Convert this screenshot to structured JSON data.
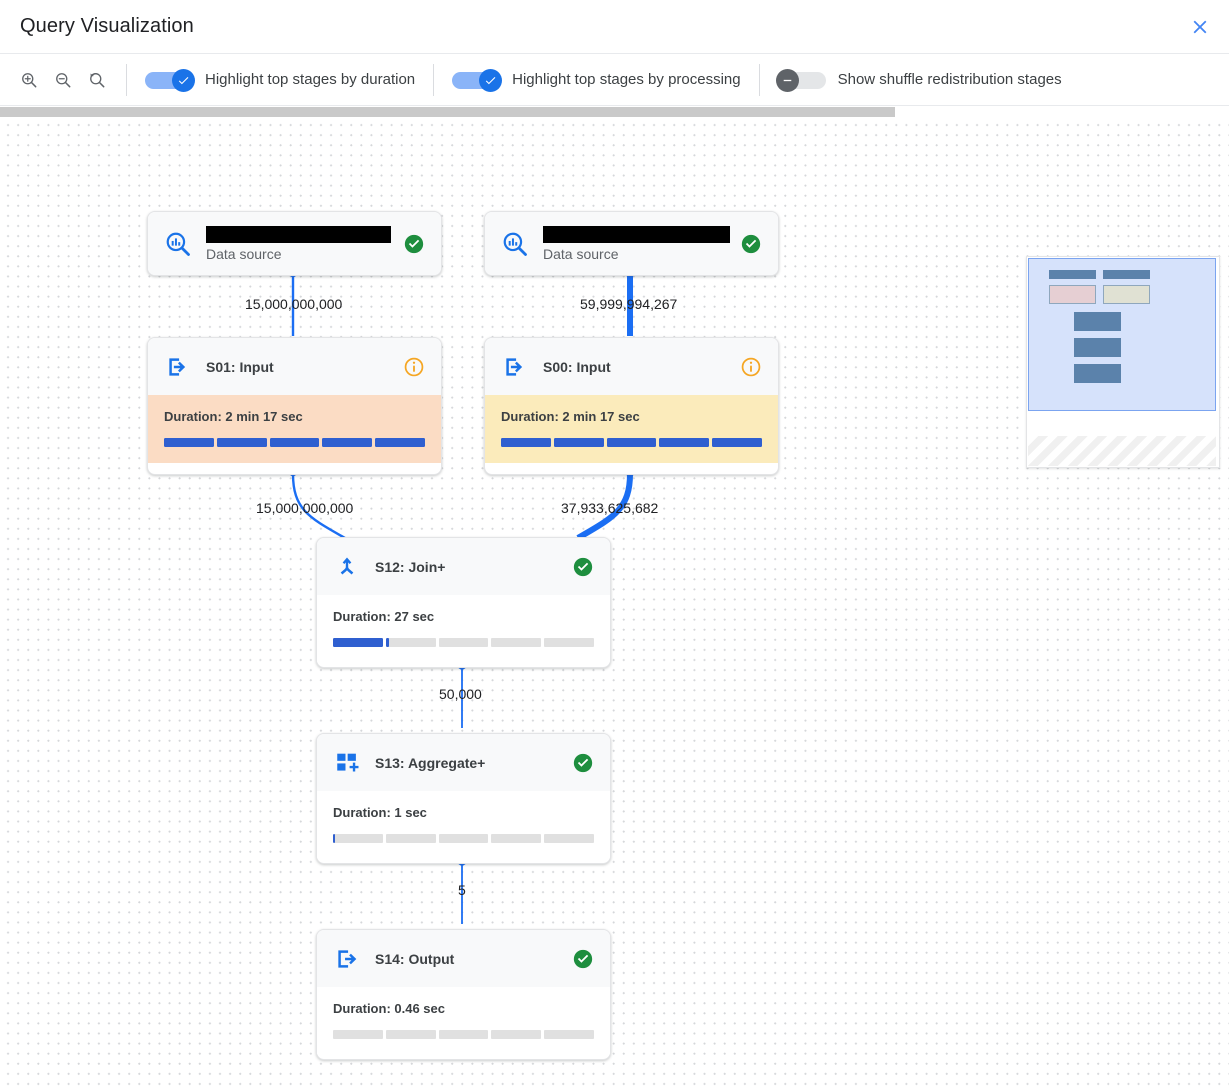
{
  "window": {
    "title": "Query Visualization",
    "close_icon": "close-icon"
  },
  "toolbar": {
    "zoom_in_icon": "zoom-in-icon",
    "zoom_out_icon": "zoom-out-icon",
    "zoom_reset_icon": "zoom-reset-icon",
    "toggles": [
      {
        "label": "Highlight top stages by duration",
        "state": "on"
      },
      {
        "label": "Highlight top stages by processing",
        "state": "on"
      },
      {
        "label": "Show shuffle redistribution stages",
        "state": "off"
      }
    ]
  },
  "graph": {
    "nodes": [
      {
        "id": "ds-left",
        "name_redacted": true,
        "subtitle": "Data source",
        "icon": "data-source-search-icon",
        "status": "success",
        "highlight": "none"
      },
      {
        "id": "ds-right",
        "name_redacted": true,
        "subtitle": "Data source",
        "icon": "data-source-search-icon",
        "status": "success",
        "highlight": "none"
      },
      {
        "id": "s01",
        "title": "S01: Input",
        "icon": "input-arrow-icon",
        "status": "info-warning",
        "duration_label": "Duration: 2 min 17 sec",
        "progress_pct": 100,
        "highlight": "peach"
      },
      {
        "id": "s00",
        "title": "S00: Input",
        "icon": "input-arrow-icon",
        "status": "info-warning",
        "duration_label": "Duration: 2 min 17 sec",
        "progress_pct": 100,
        "highlight": "yellow"
      },
      {
        "id": "s12",
        "title": "S12: Join+",
        "icon": "merge-join-icon",
        "status": "success",
        "duration_label": "Duration: 27 sec",
        "progress_pct": 21,
        "highlight": "none"
      },
      {
        "id": "s13",
        "title": "S13: Aggregate+",
        "icon": "aggregate-plus-icon",
        "status": "success",
        "duration_label": "Duration: 1 sec",
        "progress_pct": 1,
        "highlight": "none"
      },
      {
        "id": "s14",
        "title": "S14: Output",
        "icon": "output-arrow-icon",
        "status": "success",
        "duration_label": "Duration: 0.46 sec",
        "progress_pct": 0,
        "highlight": "none"
      }
    ],
    "edges": [
      {
        "from": "ds-left",
        "to": "s01",
        "label": "15,000,000,000",
        "weight": "thin"
      },
      {
        "from": "ds-right",
        "to": "s00",
        "label": "59,999,994,267",
        "weight": "thick"
      },
      {
        "from": "s01",
        "to": "s12",
        "label": "15,000,000,000",
        "weight": "thin"
      },
      {
        "from": "s00",
        "to": "s12",
        "label": "37,933,625,682",
        "weight": "thick"
      },
      {
        "from": "s12",
        "to": "s13",
        "label": "50,000",
        "weight": "thin"
      },
      {
        "from": "s13",
        "to": "s14",
        "label": "5",
        "weight": "thin"
      }
    ]
  },
  "minimap": {
    "name": "minimap"
  },
  "colors": {
    "accent_blue": "#1a73e8",
    "edge_blue": "#1b6ef3",
    "success_green": "#1e8e3e",
    "warning_orange": "#f5a623",
    "highlight_peach": "#fbdcc4",
    "highlight_yellow": "#fbebbb",
    "progress_blue": "#2f5fd0"
  }
}
